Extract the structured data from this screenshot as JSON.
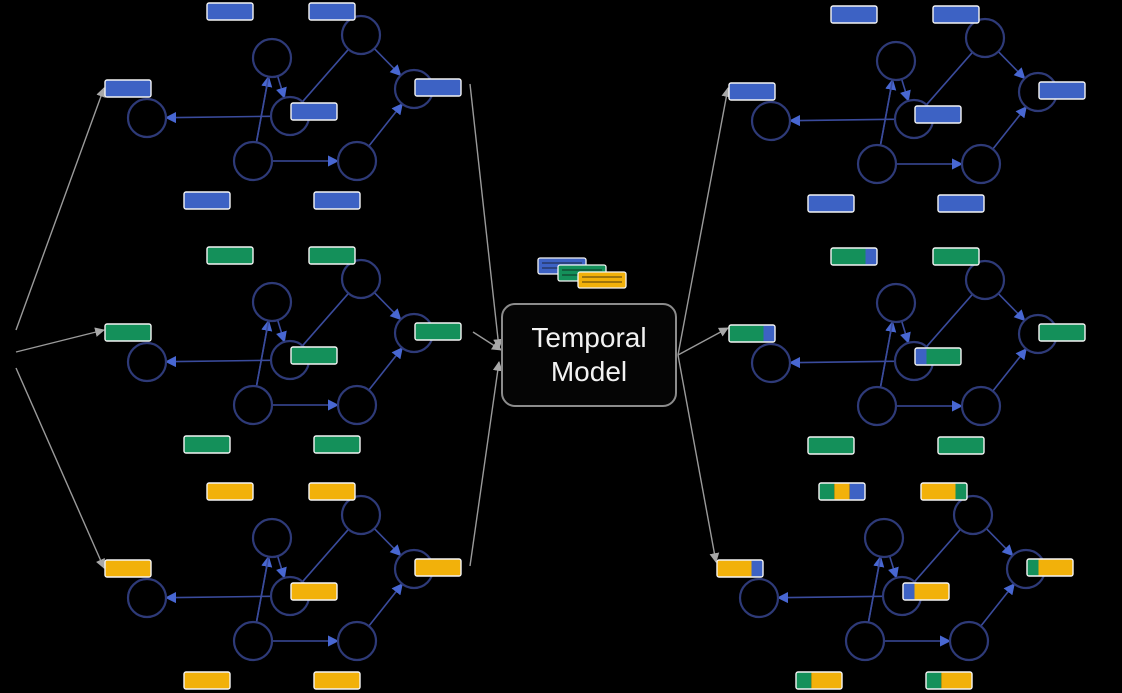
{
  "model": {
    "line1": "Temporal",
    "line2": "Model"
  },
  "colors": {
    "background": "#000000",
    "node_stroke": "#2e3a78",
    "edge": "#3a4b9c",
    "arrow_gray": "#9a9a9a",
    "blue": "#3d62c4",
    "green": "#14905a",
    "yellow": "#f2b10a",
    "label_border": "#f4f4f4"
  },
  "input_graphs": [
    {
      "name": "graph-t1",
      "color": "blue"
    },
    {
      "name": "graph-t2",
      "color": "green"
    },
    {
      "name": "graph-t3",
      "color": "yellow"
    }
  ],
  "output_graphs": [
    {
      "name": "graph-out-1",
      "mix": "blue-only"
    },
    {
      "name": "graph-out-2",
      "mix": "green-with-blue"
    },
    {
      "name": "graph-out-3",
      "mix": "yellow-with-green-blue"
    }
  ],
  "legend_stack": [
    "blue",
    "green",
    "yellow"
  ]
}
